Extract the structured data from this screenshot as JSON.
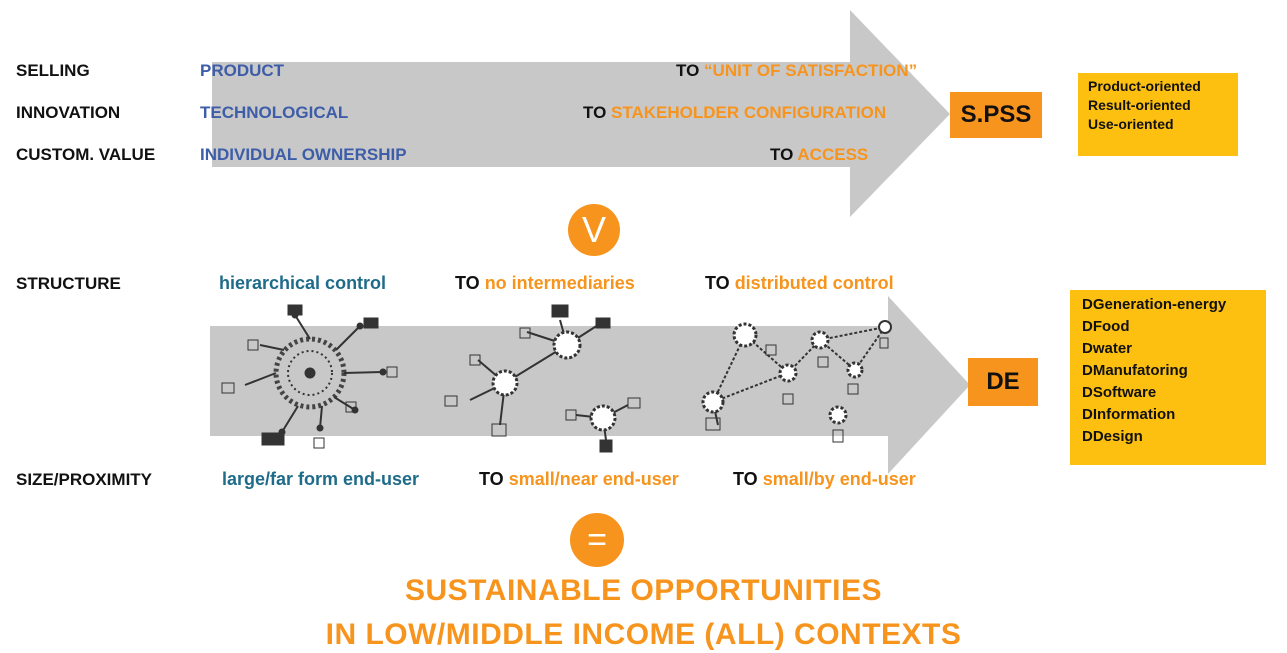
{
  "top": {
    "rows": [
      {
        "label": "SELLING",
        "from": "PRODUCT",
        "to_word": "TO",
        "to": "“UNIT OF SATISFACTION”"
      },
      {
        "label": "INNOVATION",
        "from": "TECHNOLOGICAL",
        "to_word": "TO",
        "to": "STAKEHOLDER CONFIGURATION"
      },
      {
        "label": "CUSTOM. VALUE",
        "from": "INDIVIDUAL OWNERSHIP",
        "to_word": "TO",
        "to": "ACCESS"
      }
    ],
    "result_box": "S.PSS",
    "result_items": [
      "Product-oriented",
      "Result-oriented",
      "Use-oriented"
    ]
  },
  "operator_v": "V",
  "middle": {
    "structure_label": "STRUCTURE",
    "structure_from": "hierarchical control",
    "structure_steps": [
      {
        "to_word": "TO",
        "text": "no intermediaries"
      },
      {
        "to_word": "TO",
        "text": "distributed control"
      }
    ],
    "size_label": "SIZE/PROXIMITY",
    "size_from": "large/far form end-user",
    "size_steps": [
      {
        "to_word": "TO",
        "text": "small/near end-user"
      },
      {
        "to_word": "TO",
        "text": "small/by end-user"
      }
    ],
    "result_box": "DE",
    "result_items": [
      "DGeneration-energy",
      "DFood",
      "Dwater",
      "DManufatoring",
      "DSoftware",
      "DInformation",
      "DDesign"
    ]
  },
  "operator_eq": "=",
  "conclusion": {
    "line1": "SUSTAINABLE OPPORTUNITIES",
    "line2": "IN LOW/MIDDLE INCOME (ALL) CONTEXTS"
  },
  "colors": {
    "orange": "#f7941d",
    "yellow": "#fdc010",
    "blue": "#3d5da8",
    "teal": "#1f6b8a",
    "arrow_gray": "#c8c8c8"
  },
  "icons": [
    "hub-network-icon",
    "chain-network-icon",
    "mesh-network-icon"
  ]
}
